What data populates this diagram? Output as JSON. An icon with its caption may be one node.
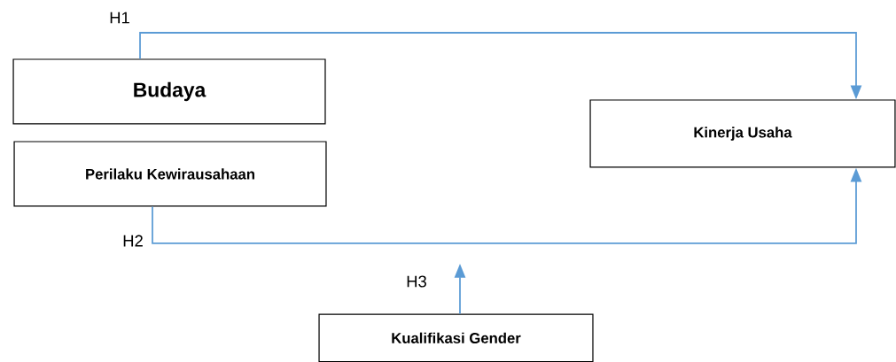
{
  "diagram": {
    "nodes": [
      {
        "text": [
          "Budaya"
        ]
      },
      {
        "text": [
          "Perilaku Kewirausahaan"
        ]
      },
      {
        "text": [
          "Kinerja Usaha"
        ]
      },
      {
        "text": [
          "Kualifikasi Gender"
        ]
      }
    ],
    "edges": [
      {
        "from": 0,
        "to": 2,
        "arrow": "to",
        "label": "H1"
      },
      {
        "from": 1,
        "to": 2,
        "arrow": "to",
        "label": "H2"
      },
      {
        "from": 3,
        "to": null,
        "arrow": "to",
        "label": "H3"
      }
    ]
  }
}
